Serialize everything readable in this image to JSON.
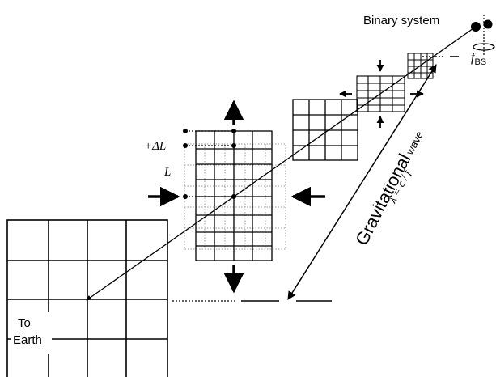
{
  "labels": {
    "source": "Binary system",
    "frequency_main": "f",
    "frequency_sub": "BS",
    "delta_l": "+ΔL",
    "length": "L",
    "wave_main": "Gravitational",
    "wave_small": "wave",
    "wavelength_eq": "λ = c / f",
    "to": "To",
    "earth": "Earth"
  },
  "colors": {
    "ink": "#000000",
    "dotted_grid": "#9a9a9a"
  },
  "icons": [
    "binary-star-icon",
    "orbit-rotation-icon"
  ]
}
